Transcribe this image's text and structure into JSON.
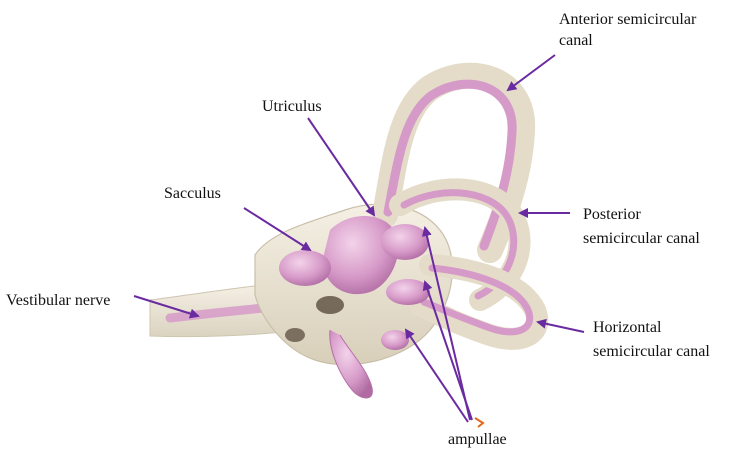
{
  "labels": {
    "anterior_line1": "Anterior semicircular",
    "anterior_line2": "canal",
    "utriculus": "Utriculus",
    "sacculus": "Sacculus",
    "posterior_line1": "Posterior",
    "posterior_line2": "semicircular canal",
    "vestibular_nerve": "Vestibular nerve",
    "horizontal_line1": "Horizontal",
    "horizontal_line2": "semicircular canal",
    "ampullae": "ampullae"
  },
  "colors": {
    "arrow": "#6a2aa0",
    "bone": "#e9e2d2",
    "bone_shadow": "#c9bfa9",
    "membrane": "#d69ac8",
    "membrane_light": "#efc6e4",
    "membrane_dark": "#b36fa6",
    "small_mark": "#e06a1a"
  }
}
